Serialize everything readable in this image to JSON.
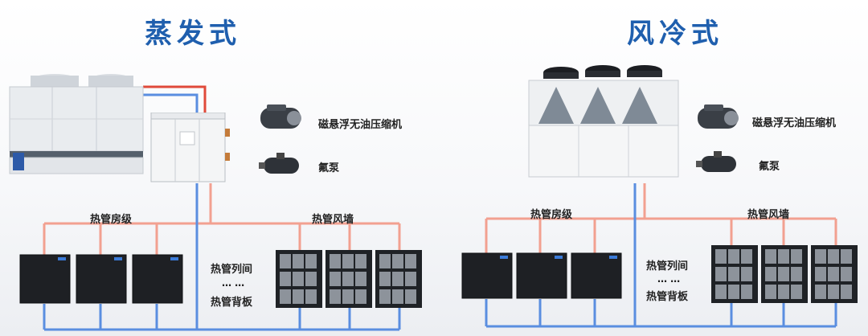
{
  "left": {
    "title": "蒸发式",
    "compressor": "磁悬浮无油压缩机",
    "pump": "氟泵",
    "room_level": "热管房级",
    "wall": "热管风墙",
    "row_level": "热管列间",
    "dots": "…  …",
    "backplate": "热管背板"
  },
  "right": {
    "title": "风冷式",
    "compressor": "磁悬浮无油压缩机",
    "pump": "氟泵",
    "room_level": "热管房级",
    "wall": "热管风墙",
    "row_level": "热管列间",
    "dots": "…  …",
    "backplate": "热管背板"
  },
  "colors": {
    "supply": "#e04a3a",
    "return": "#5a8ee0",
    "pipe_pink": "#f2a090",
    "title": "#1f5fae"
  }
}
